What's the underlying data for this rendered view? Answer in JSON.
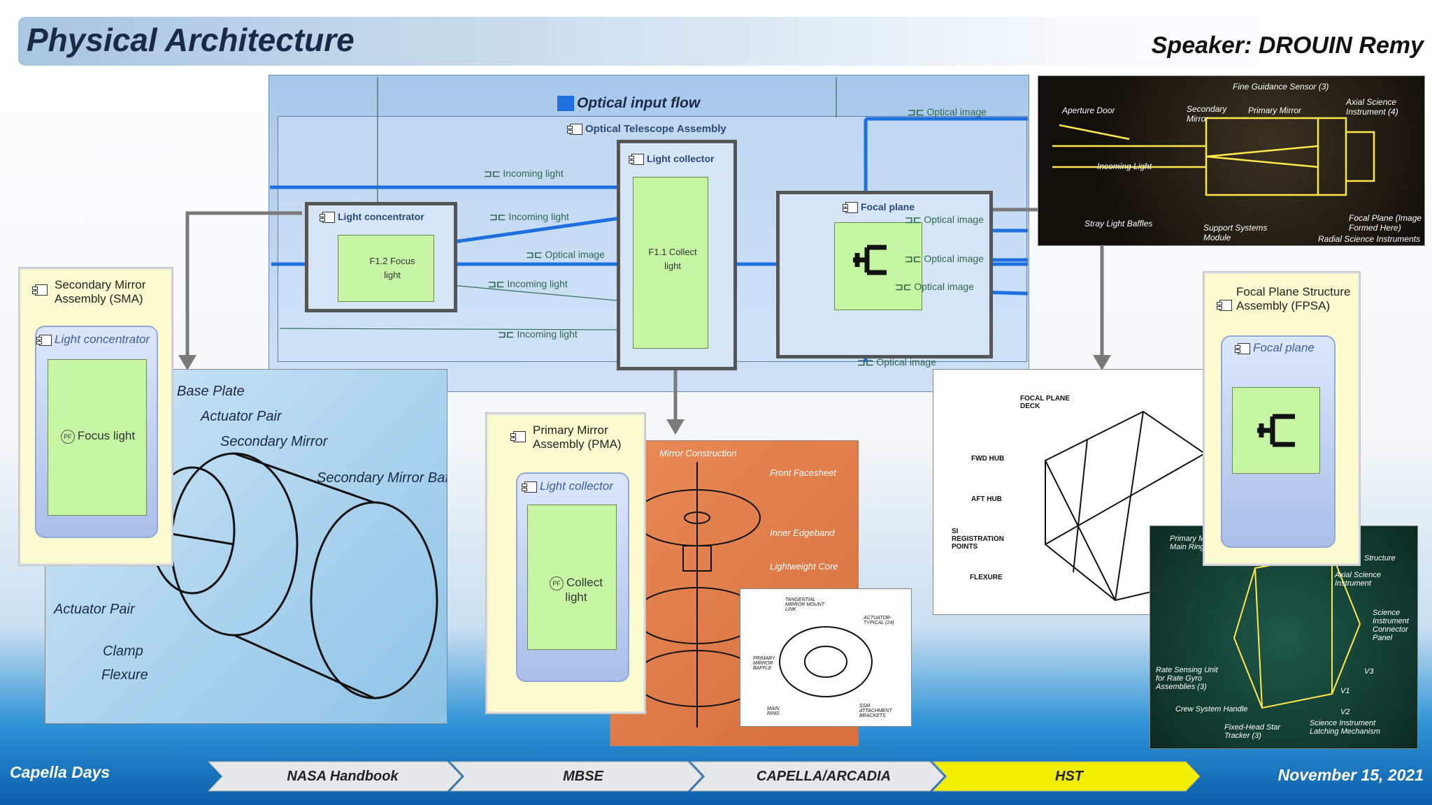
{
  "header": {
    "title": "Physical Architecture",
    "speaker": "Speaker: DROUIN Remy"
  },
  "footer": {
    "left": "Capella Days",
    "date": "November 15, 2021",
    "steps": [
      "NASA Handbook",
      "MBSE",
      "CAPELLA/ARCADIA",
      "HST"
    ],
    "active_step": "HST",
    "active_color": "#f2ee00"
  },
  "diagram": {
    "flow_title": "Optical input flow",
    "ota_label": "Optical Telescope Assembly",
    "light_concentrator": {
      "label": "Light concentrator",
      "function": "F1.2 Focus light"
    },
    "light_collector": {
      "label": "Light collector",
      "function": "F1.1 Collect light"
    },
    "focal_plane": {
      "label": "Focal plane"
    },
    "flows": {
      "incoming": "Incoming light",
      "optical_image": "Optical image"
    }
  },
  "panels": {
    "sma": {
      "title": "Secondary Mirror Assembly (SMA)",
      "inner": "Light concentrator",
      "function": "Focus light",
      "badge": "PF"
    },
    "pma": {
      "title": "Primary Mirror Assembly (PMA)",
      "inner": "Light collector",
      "function": "Collect light",
      "badge": "PF"
    },
    "fpsa": {
      "title": "Focal Plane Structure Assembly (FPSA)",
      "inner": "Focal plane"
    }
  },
  "hst_overview": {
    "labels": [
      "Fine Guidance Sensor (3)",
      "Axial Science Instrument (4)",
      "Aperture Door",
      "Secondary Mirror",
      "Primary Mirror",
      "Incoming Light",
      "Stray Light Baffles",
      "Support Systems Module",
      "Focal Plane (Image Formed Here)",
      "Radial Science Instruments"
    ]
  },
  "sma_drawing": {
    "labels": [
      "Base Plate",
      "Actuator Pair",
      "Secondary Mirror",
      "Secondary Mirror Baffle",
      "Actuator Pair",
      "Clamp",
      "Flexure"
    ]
  },
  "mirror_construction": {
    "labels": [
      "Mirror Construction",
      "Front Facesheet",
      "Inner Edgeband",
      "Lightweight Core"
    ]
  },
  "mirror_mount": {
    "labels": [
      "TANGENTIAL MIRROR MOUNT LINK",
      "ACTUATOR-TYPICAL (24)",
      "PRIMARY MIRROR BAFFLE",
      "MAIN RING",
      "SSM ATTACHMENT BRACKETS"
    ]
  },
  "focal_plane_deck": {
    "labels": [
      "FOCAL PLANE DECK",
      "FWD HUB",
      "AFT HUB",
      "SI REGISTRATION POINTS",
      "FLEXURE"
    ]
  },
  "fpsa_photo": {
    "labels": [
      "Primary Mirror Main Ring",
      "Structure",
      "Axial Science Instrument",
      "Science Instrument Connector Panel",
      "Rate Sensing Unit for Rate Gyro Assemblies (3)",
      "Crew System Handle",
      "Fixed-Head Star Tracker (3)",
      "Science Instrument Latching Mechanism",
      "V3",
      "V1",
      "V2"
    ]
  },
  "colors": {
    "flow": "#1e6fe0",
    "component_fill": "#c6f5a4",
    "panel_fill": "#fdfbd0",
    "diagram_bg": "#c0d8f2"
  }
}
